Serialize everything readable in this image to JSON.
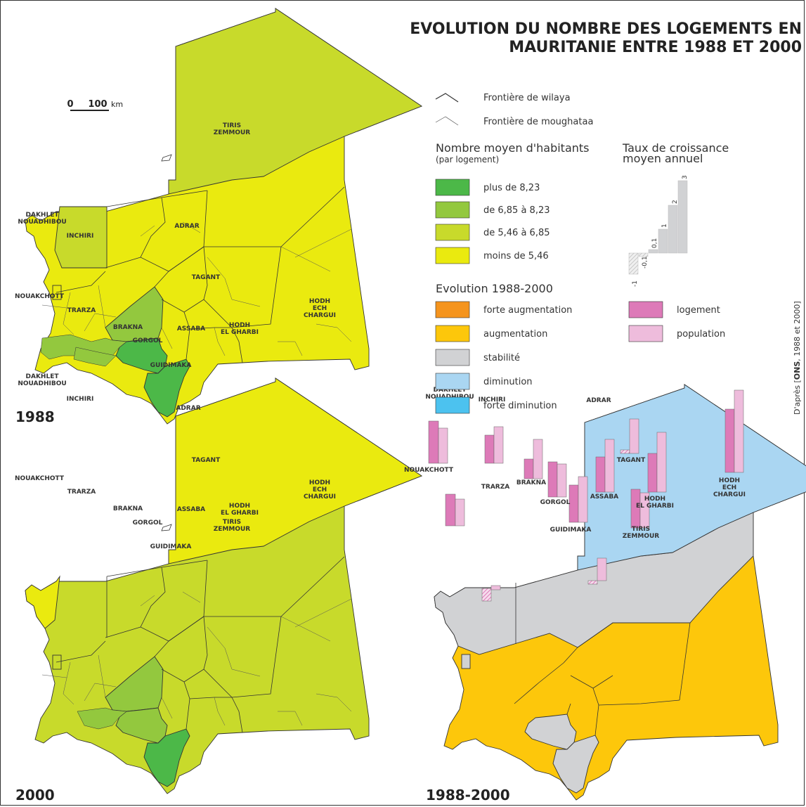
{
  "title_line1": "EVOLUTION DU NOMBRE DES LOGEMENTS EN",
  "title_line2": "MAURITANIE ENTRE 1988 ET 2000",
  "scale": {
    "zero": "0",
    "value": "100",
    "unit": "km"
  },
  "maps": {
    "m1988": {
      "label": "1988"
    },
    "m2000": {
      "label": "2000"
    },
    "m8800": {
      "label": "1988-2000"
    }
  },
  "wilayas": {
    "tiris1": "TIRIS",
    "tiris2": "ZEMMOUR",
    "dakhlet1": "DAKHLET",
    "dakhlet2": "NOUADHIBOU",
    "inchiri": "INCHIRI",
    "adrar": "ADRAR",
    "tagant": "TAGANT",
    "nouakchott": "NOUAKCHOTT",
    "trarza": "TRARZA",
    "brakna": "BRAKNA",
    "assaba": "ASSABA",
    "gorgol": "GORGOL",
    "guidimaka": "GUIDIMAKA",
    "hodhg1": "HODH",
    "hodhg2": "EL GHARBI",
    "hodhc1": "HODH",
    "hodhc2": "ECH",
    "hodhc3": "CHARGUI"
  },
  "legend": {
    "frontier_wilaya": "Frontière de wilaya",
    "frontier_moughataa": "Frontière de moughataa",
    "density_title": "Nombre moyen d'habitants",
    "density_sub": "(par logement)",
    "density_classes": [
      {
        "label": "plus de 8,23",
        "color": "#4cb848"
      },
      {
        "label": "de 6,85 à 8,23",
        "color": "#93c83e"
      },
      {
        "label": "de 5,46 à 6,85",
        "color": "#c8da2b"
      },
      {
        "label": "moins de 5,46",
        "color": "#eaea0f"
      }
    ],
    "evolution_title": "Evolution 1988-2000",
    "evolution_classes": [
      {
        "label": "forte augmentation",
        "color": "#f5941d"
      },
      {
        "label": "augmentation",
        "color": "#fdc70b"
      },
      {
        "label": "stabilité",
        "color": "#d1d2d4"
      },
      {
        "label": "diminution",
        "color": "#aad6f2"
      },
      {
        "label": "forte diminution",
        "color": "#4cc2ef"
      }
    ],
    "growth_title1": "Taux de croissance",
    "growth_title2": "moyen annuel",
    "growth_ticks": [
      "-1",
      "-0,1",
      "0,1",
      "1",
      "2",
      "3"
    ],
    "bars": [
      {
        "label": "logement",
        "color": "#dd7ab8"
      },
      {
        "label": "population",
        "color": "#eebcdc"
      }
    ]
  },
  "source_prefix": "D'après [",
  "source_bold": "ONS",
  "source_suffix": ", 1988 et 2000]"
}
